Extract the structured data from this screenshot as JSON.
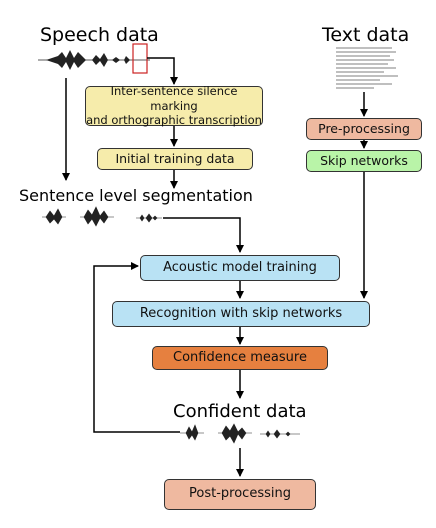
{
  "headings": {
    "speech_data": "Speech data",
    "text_data": "Text data",
    "sentence_segmentation": "Sentence level segmentation",
    "confident_data": "Confident data"
  },
  "boxes": {
    "silence_marking": {
      "line1": "Inter-sentence silence marking",
      "line2": "and orthographic transcription"
    },
    "initial_training": "Initial training data",
    "pre_processing": "Pre-processing",
    "skip_networks": "Skip networks",
    "acoustic_training": "Acoustic model training",
    "recognition": "Recognition with skip networks",
    "confidence": "Confidence measure",
    "post_processing": "Post-processing"
  },
  "colors": {
    "yellow": "#f6ecab",
    "salmon": "#efb9a0",
    "green": "#b9f4a8",
    "blue": "#b9e2f4",
    "orange": "#e6803f",
    "highlight": "#cc2222"
  },
  "icons": [
    "speech-waveform-icon",
    "text-document-icon",
    "segment-waveform-icon"
  ]
}
